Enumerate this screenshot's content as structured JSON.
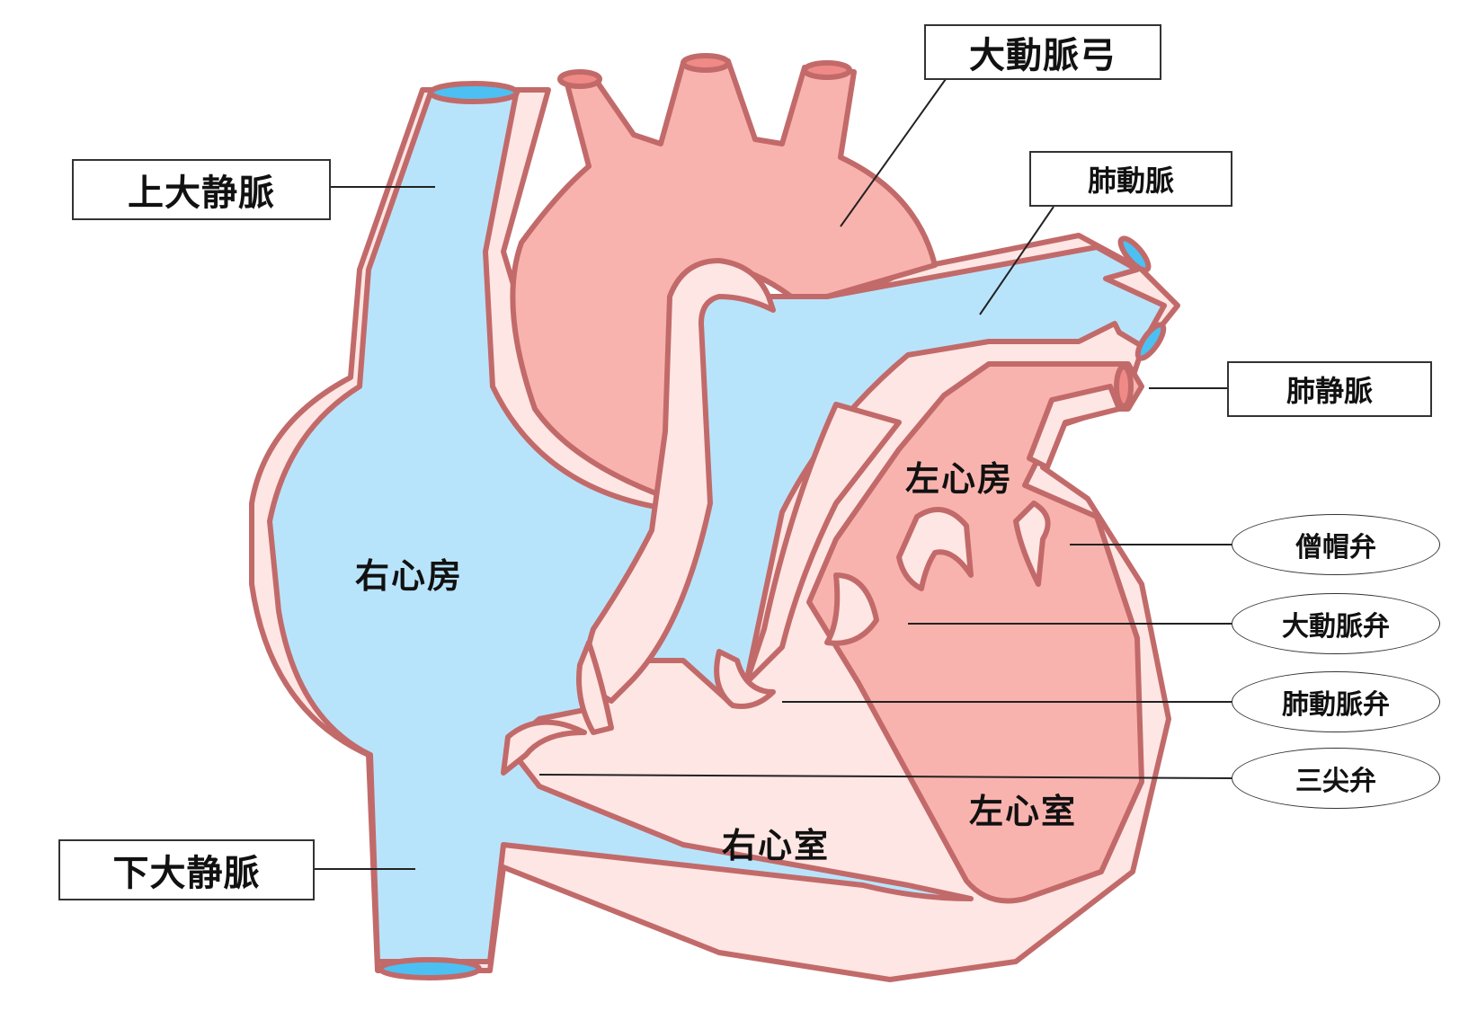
{
  "labels": {
    "superior_vena_cava": "上大静脈",
    "inferior_vena_cava": "下大静脈",
    "aortic_arch": "大動脈弓",
    "pulmonary_artery": "肺動脈",
    "pulmonary_vein": "肺静脈",
    "right_atrium": "右心房",
    "right_ventricle": "右心室",
    "left_atrium": "左心房",
    "left_ventricle": "左心室",
    "mitral_valve": "僧帽弁",
    "aortic_valve": "大動脈弁",
    "pulmonary_valve": "肺動脈弁",
    "tricuspid_valve": "三尖弁"
  },
  "colors": {
    "venous_blue": "#b8e4fb",
    "vessel_end_blue": "#4cc0f2",
    "arterial_pink": "#f9b3ae",
    "arterial_end": "#f08a86",
    "wall": "#fde6e3",
    "outline": "#c26a6a"
  }
}
